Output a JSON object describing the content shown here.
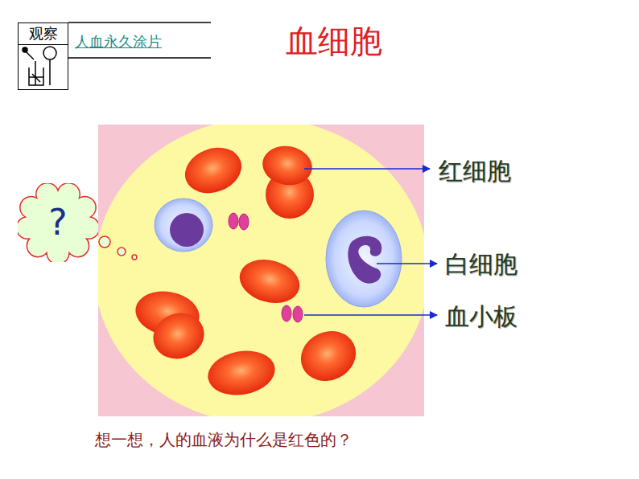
{
  "diagram": {
    "title": "血细胞",
    "caption": "想一想，人的血液为什么是红色的？",
    "nodes": [
      {
        "text": [
          "观察"
        ]
      },
      {
        "text": [
          "?"
        ]
      }
    ],
    "labels": [
      "人血永久涂片",
      "红细胞",
      "白细胞",
      "血小板"
    ]
  }
}
